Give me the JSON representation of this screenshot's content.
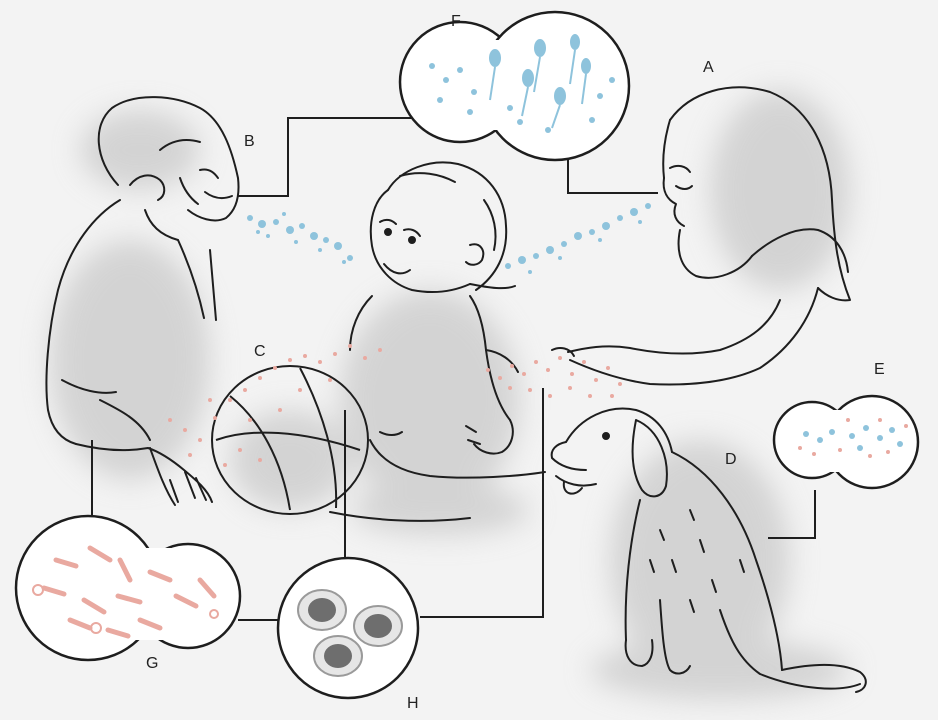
{
  "labels": {
    "A": "A",
    "B": "B",
    "C": "C",
    "D": "D",
    "E": "E",
    "F": "F",
    "G": "G",
    "H": "H"
  },
  "colors": {
    "background": "#f3f3f3",
    "line": "#1e1e1e",
    "shadow": "#c8c8c8",
    "droplet_blue": "#8ec3dc",
    "particle_pink": "#e9a9a0",
    "cell_gray": "#6e6e6e"
  },
  "figures": [
    "father",
    "mother",
    "baby",
    "dog",
    "ball"
  ]
}
